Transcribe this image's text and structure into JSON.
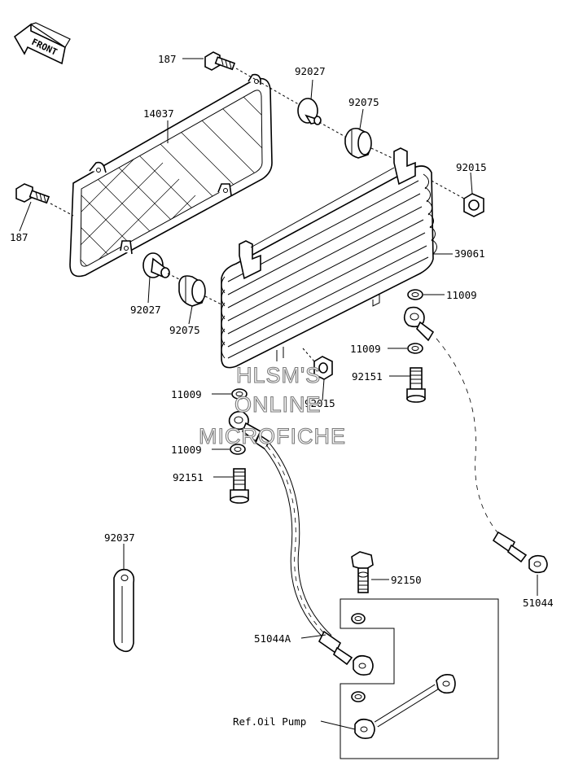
{
  "front_arrow": {
    "text": "FRONT"
  },
  "watermark": {
    "line1": "HLSM'S",
    "line2": "ONLINE",
    "line3": "MICROFICHE"
  },
  "labels": {
    "bolt_top": "187",
    "bolt_left": "187",
    "screen": "14037",
    "collar_top": "92027",
    "damper_top": "92075",
    "nut_top": "92015",
    "cooler": "39061",
    "collar_left": "92027",
    "damper_left": "92075",
    "washer_r1": "11009",
    "washer_r2": "11009",
    "bolt_r": "92151",
    "nut_bottom": "92015",
    "washer_l1": "11009",
    "washer_l2": "11009",
    "bolt_l": "92151",
    "clamp": "92037",
    "bolt_92150": "92150",
    "hose_right": "51044",
    "hose_left": "51044A",
    "ref_pump": "Ref.Oil Pump"
  }
}
